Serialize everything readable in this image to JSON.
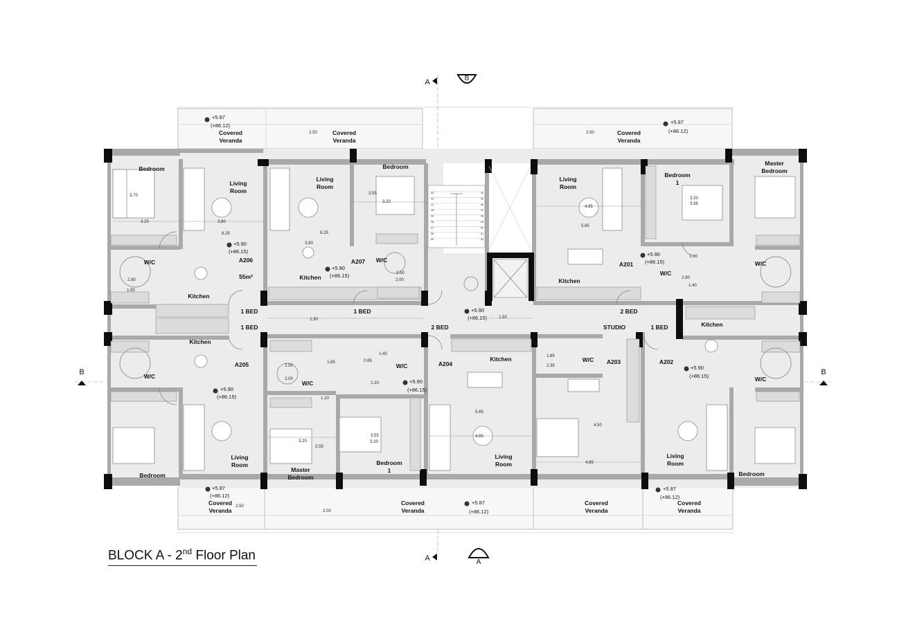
{
  "title": {
    "main": "BLOCK A - 2",
    "sup": "nd",
    "suffix": " Floor Plan"
  },
  "section_marks": {
    "a": "A",
    "b": "B"
  },
  "apartments": [
    {
      "id": "A206",
      "area": "55m²",
      "type": "1 BED"
    },
    {
      "id": "A207",
      "type": "1 BED"
    },
    {
      "id": "A201",
      "type": "2 BED"
    },
    {
      "id": "A205",
      "type": "1 BED"
    },
    {
      "id": "A204",
      "type": "2 BED"
    },
    {
      "id": "A203",
      "type": "STUDIO"
    },
    {
      "id": "A202",
      "type": "1 BED"
    }
  ],
  "rooms": {
    "bedroom": "Bedroom",
    "bedroom_1": [
      "Bedroom",
      "1"
    ],
    "master_bedroom": [
      "Master",
      "Bedroom"
    ],
    "living_room": [
      "Living",
      "Room"
    ],
    "kitchen": "Kitchen",
    "wc": "W/C",
    "covered_veranda": [
      "Covered",
      "Veranda"
    ]
  },
  "elevations": {
    "floor": [
      "+5.90",
      "(+86.15)"
    ],
    "veranda": [
      "+5.87",
      "(+86.12)"
    ],
    "corridor": [
      "+5.90",
      "(+86.15)"
    ]
  },
  "dimensions": [
    "3.70",
    "3.20",
    "3.80",
    "6.25",
    "3.80",
    "6.25",
    "3.55",
    "3.20",
    "4.85",
    "5.65",
    "3.20",
    "3.55",
    "1.10",
    "2.90",
    "1.40",
    "2.80",
    "1.90",
    "2.50",
    "2.00",
    "1.30",
    "1.50",
    "1.65",
    "0.85",
    "1.40",
    "1.65",
    "2.35",
    "2.50",
    "2.00",
    "1.10",
    "1.10",
    "3.20",
    "3.55",
    "3.55",
    "3.20",
    "5.65",
    "4.85",
    "4.50",
    "4.85",
    "2.50",
    "2.50",
    "2.00",
    "2.50"
  ],
  "stair_numbers": {
    "left": [
      "43",
      "42",
      "41",
      "40",
      "39",
      "38",
      "37",
      "36",
      "35"
    ],
    "right": [
      "44",
      "45",
      "46",
      "47",
      "48",
      "49",
      "50",
      "51",
      "52"
    ]
  }
}
